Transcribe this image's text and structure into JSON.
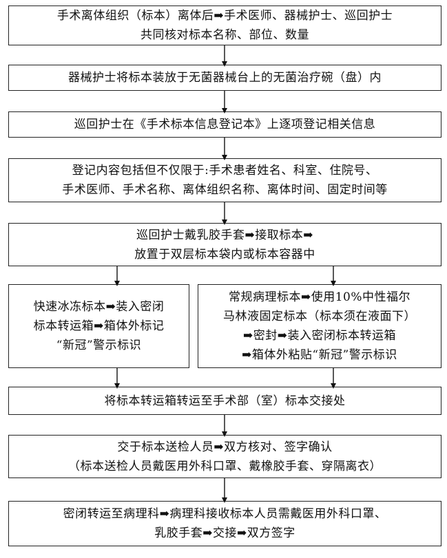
{
  "steps": [
    {
      "lines": [
        "手术离体组织（标本）离体后➡手术医师、器械护士、巡回护士",
        "共同核对标本名称、部位、数量"
      ]
    },
    {
      "lines": [
        "器械护士将标本装放于无菌器械台上的无菌治疗碗（盘）内"
      ]
    },
    {
      "lines": [
        "巡回护士在《手术标本信息登记本》上逐项登记相关信息"
      ]
    },
    {
      "lines": [
        "登记内容包括但不仅限于:手术患者姓名、科室、住院号、",
        "手术医师、手术名称、离体组织名称、离体时间、固定时间等"
      ]
    },
    {
      "lines": [
        "巡回护士戴乳胶手套➡接取标本➡",
        "放置于双层标本袋内或标本容器中"
      ]
    },
    {
      "lines": [
        "快速冰冻标本➡装入密闭",
        "标本转运箱➡箱体外标记",
        "“新冠”警示标识"
      ]
    },
    {
      "lines": [
        "常规病理标本➡使用10%中性福尔",
        "马林液固定标本（标本须在液面下）",
        "➡密封➡装入密闭标本转运箱",
        "➡箱体外粘贴“新冠”警示标识"
      ]
    },
    {
      "lines": [
        "将标本转运箱转运至手术部（室）标本交接处"
      ]
    },
    {
      "lines": [
        "交于标本送检人员➡双方核对、签字确认",
        "（标本送检人员戴医用外科口罩、戴橡胶手套、穿隔离衣）"
      ]
    },
    {
      "lines": [
        "密闭转运至病理科➡病理科接收标本人员需戴医用外科口罩、",
        "乳胶手套➡交接➡双方签字"
      ]
    }
  ]
}
